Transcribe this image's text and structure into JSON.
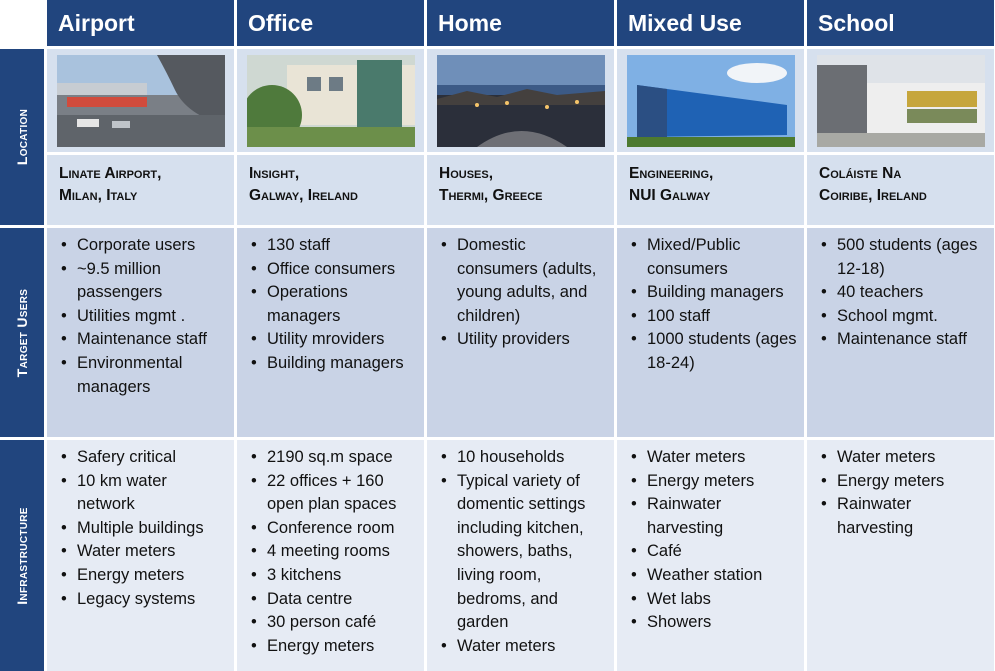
{
  "columns": [
    {
      "title": "Airport",
      "name_line1": "Linate Airport,",
      "name_line2": "Milan, Italy",
      "users": [
        "Corporate users",
        "~9.5 million passengers",
        "Utilities mgmt .",
        "Maintenance staff",
        "Environmental managers"
      ],
      "infra": [
        "Safery critical",
        "10 km water network",
        "Multiple buildings",
        "Water meters",
        "Energy meters",
        "Legacy systems"
      ],
      "photo_desc": "airport terminal"
    },
    {
      "title": "Office",
      "name_line1": "Insight,",
      "name_line2": "Galway, Ireland",
      "users": [
        "130 staff",
        "Office consumers",
        "Operations managers",
        "Utility mroviders",
        "Building managers"
      ],
      "infra": [
        "2190 sq.m space",
        "22 offices + 160 open plan spaces",
        "Conference room",
        "4 meeting rooms",
        "3 kitchens",
        "Data centre",
        "30 person café",
        "Energy meters"
      ],
      "photo_desc": "office building"
    },
    {
      "title": "Home",
      "name_line1": "Houses,",
      "name_line2": "Thermi, Greece",
      "users": [
        "Domestic consumers (adults, young adults, and children)",
        "Utility providers"
      ],
      "infra": [
        "10 households",
        "Typical variety of domentic settings including kitchen, showers, baths, living room, bedroms, and garden",
        "Water meters"
      ],
      "photo_desc": "town at dusk"
    },
    {
      "title": "Mixed Use",
      "name_line1": "Engineering,",
      "name_line2": "NUI Galway",
      "users": [
        "Mixed/Public consumers",
        "Building managers",
        "100 staff",
        "1000 students (ages 18-24)"
      ],
      "infra": [
        "Water meters",
        "Energy meters",
        "Rainwater harvesting",
        "Café",
        "Weather station",
        "Wet labs",
        "Showers"
      ],
      "photo_desc": "glass engineering building"
    },
    {
      "title": "School",
      "name_line1": "Coláiste Na",
      "name_line2": "Coiribe, Ireland",
      "users": [
        "500 students (ages 12-18)",
        "40 teachers",
        "School mgmt.",
        "Maintenance staff"
      ],
      "infra": [
        "Water meters",
        "Energy meters",
        "Rainwater harvesting"
      ],
      "photo_desc": "school building"
    }
  ],
  "rows": {
    "location": "Location",
    "target_users": "Target Users",
    "infrastructure": "Infrastructure"
  },
  "colors": {
    "header": "#21457e",
    "light": "#d6e0ee",
    "users": "#c9d3e6",
    "infra": "#e6ebf4"
  }
}
